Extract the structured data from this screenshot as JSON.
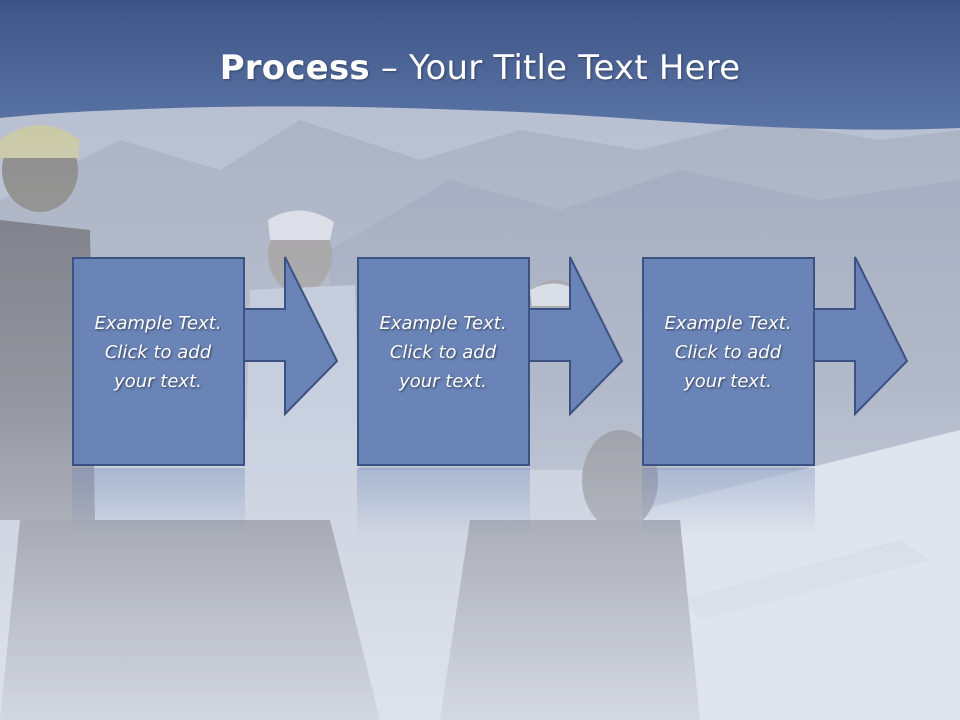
{
  "title": {
    "bold": "Process",
    "rest": " – Your Title Text Here"
  },
  "steps": [
    {
      "text": "Example Text.\nClick  to add\nyour text."
    },
    {
      "text": "Example Text.\nClick  to add\nyour text."
    },
    {
      "text": "Example Text.\nClick  to add\nyour text."
    }
  ],
  "colors": {
    "header": "#4a6496",
    "box_fill": "#6a84b8",
    "box_stroke": "#3c5283"
  }
}
